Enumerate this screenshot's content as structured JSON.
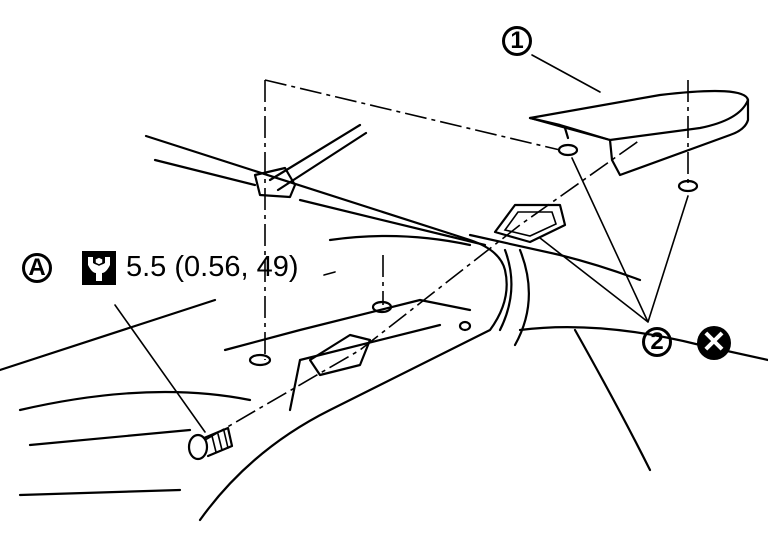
{
  "callouts": {
    "part_1": "1",
    "part_2": "2",
    "point_a": "A"
  },
  "torque_spec": "5.5 (0.56, 49)",
  "icons": [
    "torque-wrench-icon",
    "do-not-reuse-icon"
  ],
  "do_not_reuse_symbol": "✕"
}
